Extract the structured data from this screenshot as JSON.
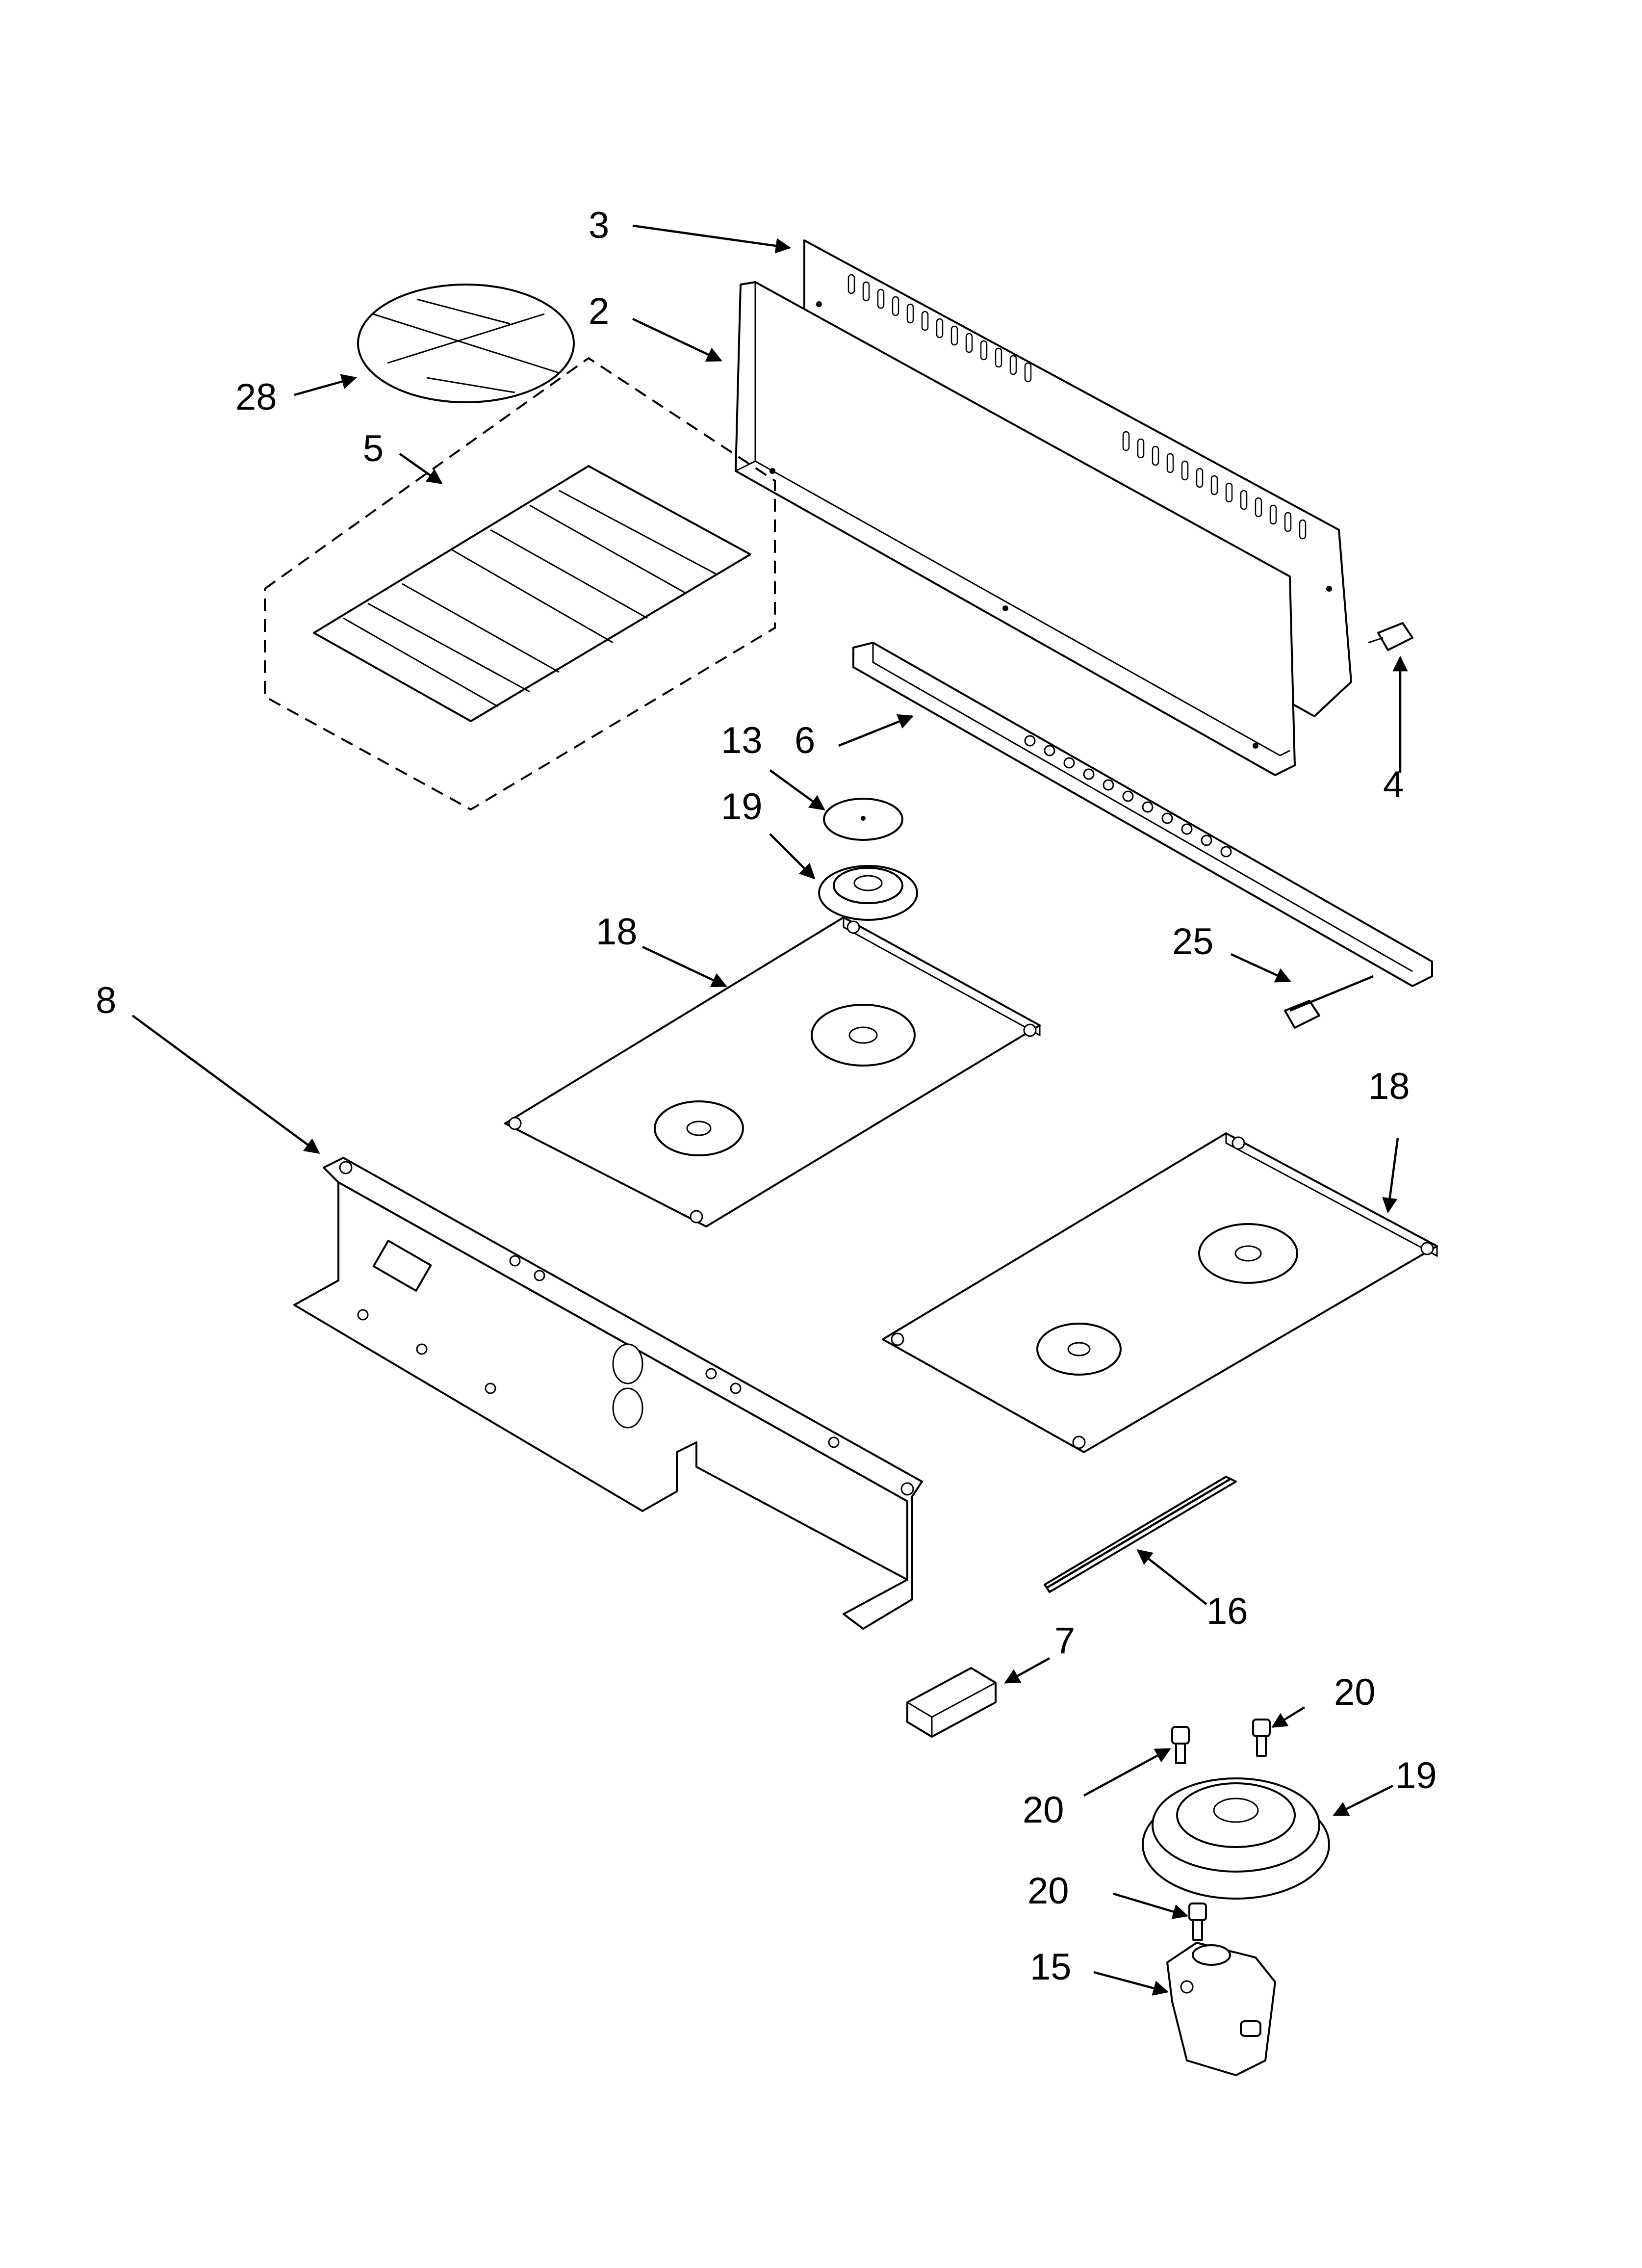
{
  "callouts": [
    {
      "id": "c3",
      "text": "3"
    },
    {
      "id": "c2",
      "text": "2"
    },
    {
      "id": "c28",
      "text": "28"
    },
    {
      "id": "c5",
      "text": "5"
    },
    {
      "id": "c4",
      "text": "4"
    },
    {
      "id": "c6",
      "text": "6"
    },
    {
      "id": "c13",
      "text": "13"
    },
    {
      "id": "c19a",
      "text": "19"
    },
    {
      "id": "c18a",
      "text": "18"
    },
    {
      "id": "c25",
      "text": "25"
    },
    {
      "id": "c8",
      "text": "8"
    },
    {
      "id": "c18b",
      "text": "18"
    },
    {
      "id": "c16",
      "text": "16"
    },
    {
      "id": "c7",
      "text": "7"
    },
    {
      "id": "c20a",
      "text": "20"
    },
    {
      "id": "c20b",
      "text": "20"
    },
    {
      "id": "c19b",
      "text": "19"
    },
    {
      "id": "c20c",
      "text": "20"
    },
    {
      "id": "c15",
      "text": "15"
    }
  ]
}
